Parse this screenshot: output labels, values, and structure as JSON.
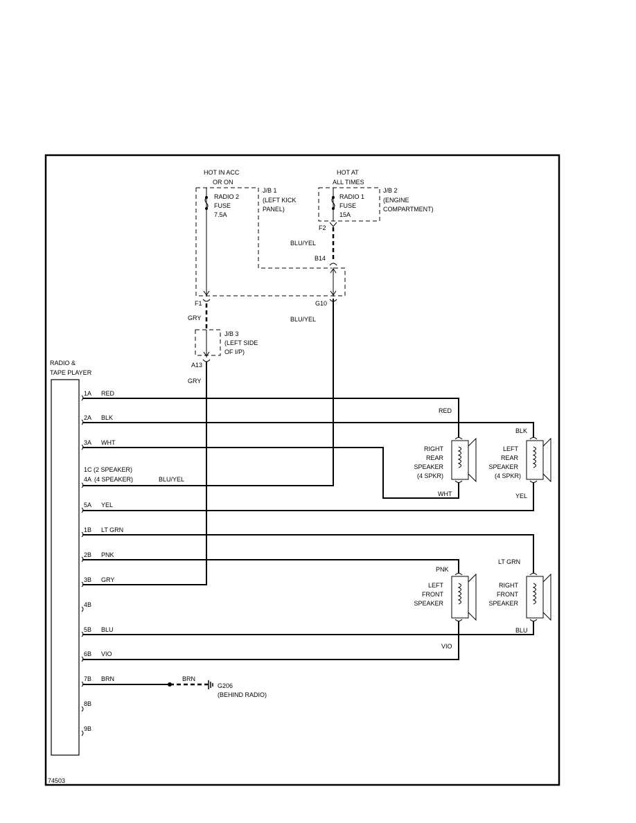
{
  "figure_id": "74503",
  "sources": {
    "acc": [
      "HOT IN ACC",
      "OR ON"
    ],
    "battery": [
      "HOT AT",
      "ALL TIMES"
    ]
  },
  "fuses": {
    "radio2": [
      "RADIO 2",
      "FUSE",
      "7.5A"
    ],
    "radio1": [
      "RADIO 1",
      "FUSE",
      "15A"
    ]
  },
  "junction_blocks": {
    "jb1": [
      "J/B 1",
      "(LEFT KICK",
      "PANEL)"
    ],
    "jb2": [
      "J/B 2",
      "(ENGINE",
      "COMPARTMENT)"
    ],
    "jb3": [
      "J/B 3",
      "(LEFT SIDE",
      "OF I/P)"
    ]
  },
  "connectors": {
    "f2": "F2",
    "b14": "B14",
    "f1": "F1",
    "g10": "G10",
    "a13": "A13"
  },
  "wire_labels": {
    "blu_yel_upper": "BLU/YEL",
    "gry_upper": "GRY",
    "blu_yel_mid": "BLU/YEL",
    "gry_lower": "GRY",
    "red": "RED",
    "blk": "BLK",
    "wht": "WHT",
    "yel": "YEL",
    "lt_grn": "LT GRN",
    "pnk": "PNK",
    "blu": "BLU",
    "vio": "VIO",
    "brn": "BRN",
    "blu_yel_pin": "BLU/YEL"
  },
  "radio": {
    "label": [
      "RADIO &",
      "TAPE PLAYER"
    ],
    "pins": [
      {
        "pin": "1A",
        "wire": "RED"
      },
      {
        "pin": "2A",
        "wire": "BLK"
      },
      {
        "pin": "3A",
        "wire": "WHT"
      },
      {
        "pin": "4A",
        "wire": "(4 SPEAKER)",
        "alt": "1C  (2 SPEAKER)"
      },
      {
        "pin": "5A",
        "wire": "YEL"
      },
      {
        "pin": "1B",
        "wire": "LT GRN"
      },
      {
        "pin": "2B",
        "wire": "PNK"
      },
      {
        "pin": "3B",
        "wire": "GRY"
      },
      {
        "pin": "4B",
        "wire": ""
      },
      {
        "pin": "5B",
        "wire": "BLU"
      },
      {
        "pin": "6B",
        "wire": "VIO"
      },
      {
        "pin": "7B",
        "wire": "BRN"
      },
      {
        "pin": "8B",
        "wire": ""
      },
      {
        "pin": "9B",
        "wire": ""
      }
    ]
  },
  "speakers": {
    "right_rear": [
      "RIGHT",
      "REAR",
      "SPEAKER",
      "(4 SPKR)"
    ],
    "left_rear": [
      "LEFT",
      "REAR",
      "SPEAKER",
      "(4 SPKR)"
    ],
    "left_front": [
      "LEFT",
      "FRONT",
      "SPEAKER"
    ],
    "right_front": [
      "RIGHT",
      "FRONT",
      "SPEAKER"
    ]
  },
  "ground": [
    "G206",
    "(BEHIND RADIO)"
  ]
}
